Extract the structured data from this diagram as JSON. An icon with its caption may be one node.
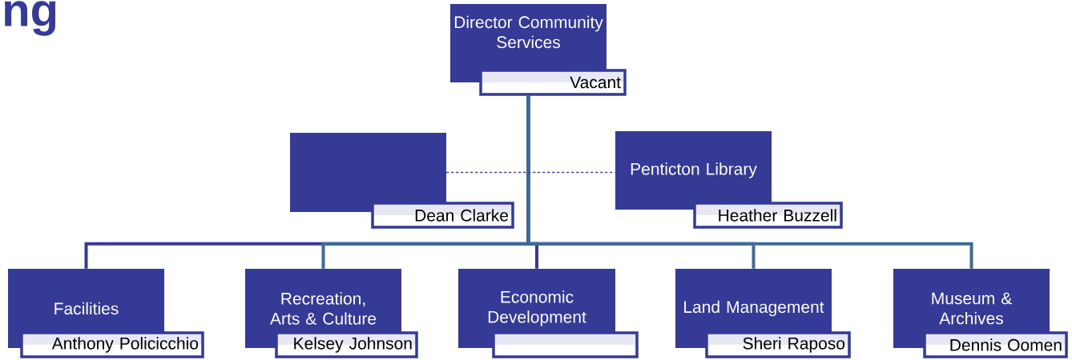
{
  "diagram": {
    "title": "ng",
    "nodes": [
      {
        "text": [
          "Director Community Services"
        ]
      },
      {
        "text": [
          "Vacant"
        ]
      },
      {
        "text": [],
        "shape": "box"
      },
      {
        "text": [
          "Dean Clarke"
        ]
      },
      {
        "text": [
          "Penticton Library"
        ]
      },
      {
        "text": [
          "Heather Buzzell"
        ]
      },
      {
        "text": [
          "Facilities"
        ]
      },
      {
        "text": [
          "Anthony Policicchio"
        ]
      },
      {
        "text": [
          "Recreation, Arts & Culture"
        ]
      },
      {
        "text": [
          "Kelsey Johnson"
        ]
      },
      {
        "text": [
          "Economic Development"
        ]
      },
      {
        "text": [],
        "shape": "box"
      },
      {
        "text": [
          "Land Management"
        ]
      },
      {
        "text": [
          "Sheri Raposo"
        ]
      },
      {
        "text": [
          "Museum & Archives"
        ]
      },
      {
        "text": [
          "Dennis Oomen"
        ]
      }
    ],
    "edges": [
      {
        "from": 1,
        "to": 6,
        "arrow": "none"
      },
      {
        "from": 1,
        "to": 8,
        "arrow": "none",
        "color": "#3e6a9a"
      },
      {
        "from": 1,
        "to": 10,
        "arrow": "none"
      },
      {
        "from": 1,
        "to": 12,
        "arrow": "none",
        "color": "#3e6a9a"
      },
      {
        "from": 1,
        "to": 14,
        "arrow": "none",
        "color": "#3e6a9a"
      },
      {
        "from": 2,
        "to": 4,
        "arrow": "none",
        "style": "dashed"
      }
    ]
  }
}
